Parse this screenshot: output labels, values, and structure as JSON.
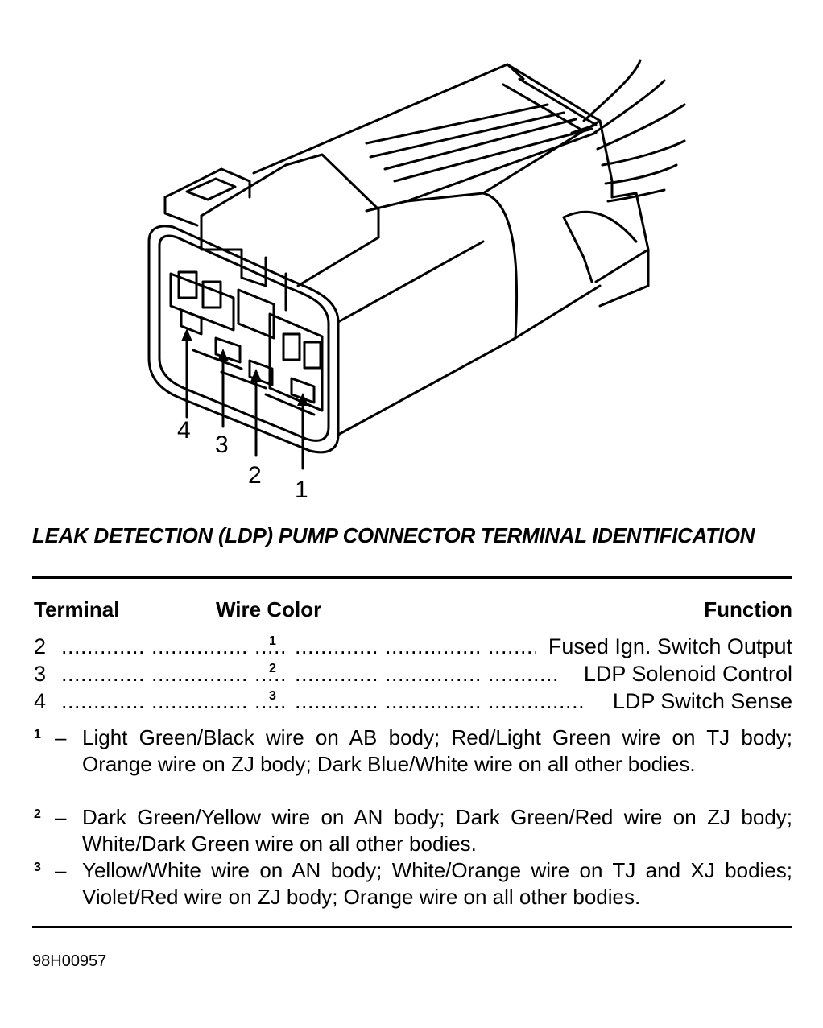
{
  "diagram": {
    "callouts": [
      "4",
      "3",
      "2",
      "1"
    ]
  },
  "title": "LEAK DETECTION (LDP) PUMP CONNECTOR TERMINAL IDENTIFICATION",
  "table": {
    "headers": [
      "Terminal",
      "Wire Color",
      "Function"
    ],
    "rows": [
      {
        "terminal": "2",
        "wire_ref": "1",
        "function": "Fused Ign. Switch Output"
      },
      {
        "terminal": "3",
        "wire_ref": "2",
        "function": "LDP Solenoid Control"
      },
      {
        "terminal": "4",
        "wire_ref": "3",
        "function": "LDP Switch Sense"
      }
    ],
    "leader": "............. ............... ............... ..........................."
  },
  "notes": [
    {
      "mark": "1",
      "dash": "–",
      "text": "Light Green/Black wire on AB body; Red/Light Green wire on TJ body; Orange wire on ZJ body; Dark Blue/White wire on all other bodies."
    },
    {
      "mark": "2",
      "dash": "–",
      "text": "Dark Green/Yellow wire on AN body; Dark Green/Red wire on ZJ body; White/Dark Green wire on all other bodies."
    },
    {
      "mark": "3",
      "dash": "–",
      "text": "Yellow/White wire on AN body; White/Orange wire on TJ and XJ bodies; Violet/Red wire on ZJ body; Orange wire on all other bodies."
    }
  ],
  "figure_id": "98H00957"
}
